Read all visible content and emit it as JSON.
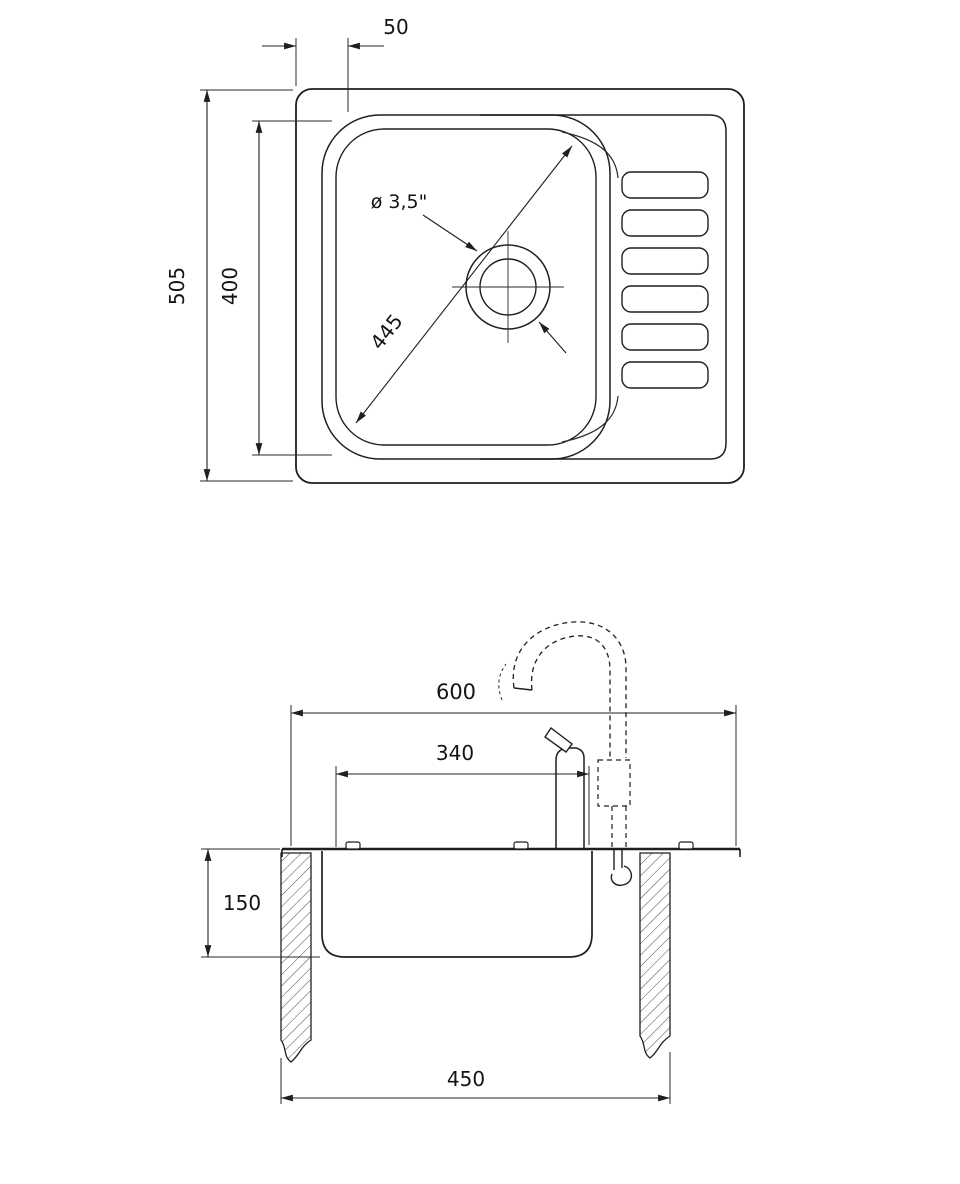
{
  "colors": {
    "background": "#ffffff",
    "line": "#1f1f1f",
    "hatch": "#4a4a4a"
  },
  "top_view": {
    "offset_label": "50",
    "overall_depth_label": "505",
    "bowl_depth_label": "400",
    "drain_label": "ø 3,5\"",
    "diagonal_label": "445"
  },
  "side_view": {
    "overall_width_label": "600",
    "tap_distance_label": "340",
    "bowl_height_label": "150",
    "cabinet_width_label": "450"
  }
}
